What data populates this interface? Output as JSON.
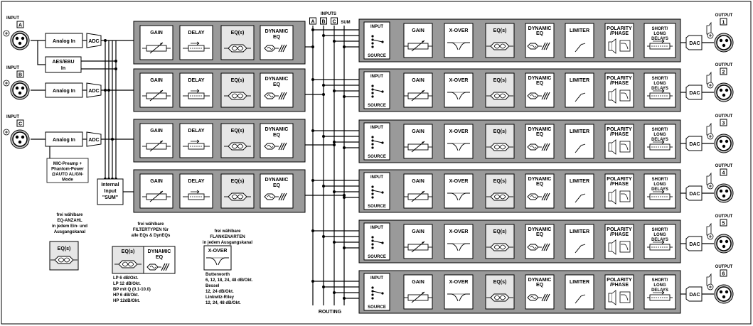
{
  "inputs": [
    {
      "title": "INPUT",
      "letter": "A"
    },
    {
      "title": "INPUT",
      "letter": "B"
    },
    {
      "title": "INPUT",
      "letter": "C"
    }
  ],
  "outputs": [
    {
      "title": "OUTPUT",
      "number": "1"
    },
    {
      "title": "OUTPUT",
      "number": "2"
    },
    {
      "title": "OUTPUT",
      "number": "3"
    },
    {
      "title": "OUTPUT",
      "number": "4"
    },
    {
      "title": "OUTPUT",
      "number": "5"
    },
    {
      "title": "OUTPUT",
      "number": "6"
    }
  ],
  "labels": {
    "analog_in": "Analog In",
    "adc": "ADC",
    "dac": "DAC",
    "aes_ebu": [
      "AES/EBU",
      "In"
    ],
    "internal_input": [
      "Internal",
      "Input",
      "\"SUM\""
    ],
    "mic_preamp": [
      "MIC-Preamp +",
      "Phantom-Power",
      "@AUTO AL/GN-",
      "Mode"
    ],
    "inputs_header": "INPUTS",
    "routing_letters": [
      "A",
      "B",
      "C"
    ],
    "routing_sum": "SUM",
    "routing": "ROUTING"
  },
  "modules": {
    "gain": "GAIN",
    "delay": "DELAY",
    "eq": "EQ(s)",
    "dynamic_eq": [
      "DYNAMIC",
      "EQ"
    ],
    "input_source": [
      "INPUT",
      "SOURCE"
    ],
    "xover": "X-OVER",
    "limiter": "LIMITER",
    "polarity": [
      "POLARITY",
      "/PHASE"
    ],
    "short_long": [
      "SHORT/",
      "LONG",
      "DELAYS"
    ]
  },
  "legend": {
    "eq_note": [
      "frei wählbare",
      "EQ-ANZAHL",
      "in jedem Ein- und",
      "Ausgangskanal"
    ],
    "filter_note": [
      "frei wählbare",
      "FILTERTYPEN für",
      "alle EQs & DynEQs"
    ],
    "filter_types": [
      "LP  6 dB/Okt.",
      "LP 12 dB/Okt.",
      "BP mit Q (0.1-10.0)",
      "HP  6 dB/Okt.",
      "HP 12dB/Okt."
    ],
    "flank_note": [
      "frei wählbare",
      "FLANKENARTEN",
      "in jedem Ausgangskanal"
    ],
    "flank_types": [
      "Butterworth",
      "6, 12, 18, 24, 48 dB/Okt.",
      "Bessel",
      "12, 24 dB/Okt.",
      "Linkwitz-Riley",
      "12, 24, 48 dB/Okt."
    ]
  }
}
